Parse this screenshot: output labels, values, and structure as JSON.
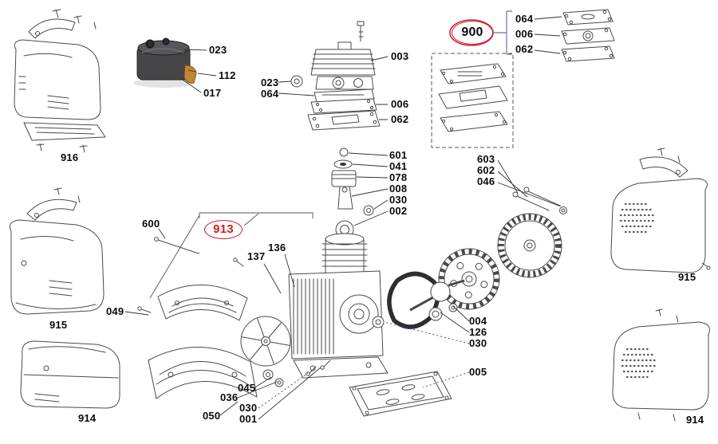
{
  "colors": {
    "line": "#4a4a4a",
    "callout_red": "#cc2433",
    "leader_blue": "#3a49c8",
    "bracket_blue": "#6672b8",
    "brass": "#c4862e",
    "box_dark": "#454548"
  },
  "labels": [
    "023",
    "112",
    "017",
    "916",
    "003",
    "023",
    "064",
    "006",
    "062",
    "900",
    "064",
    "006",
    "062",
    "601",
    "041",
    "078",
    "008",
    "030",
    "002",
    "603",
    "602",
    "046",
    "600",
    "913",
    "137",
    "136",
    "049",
    "915",
    "004",
    "126",
    "030",
    "005",
    "045",
    "036",
    "030",
    "001",
    "050",
    "914",
    "915",
    "914"
  ]
}
